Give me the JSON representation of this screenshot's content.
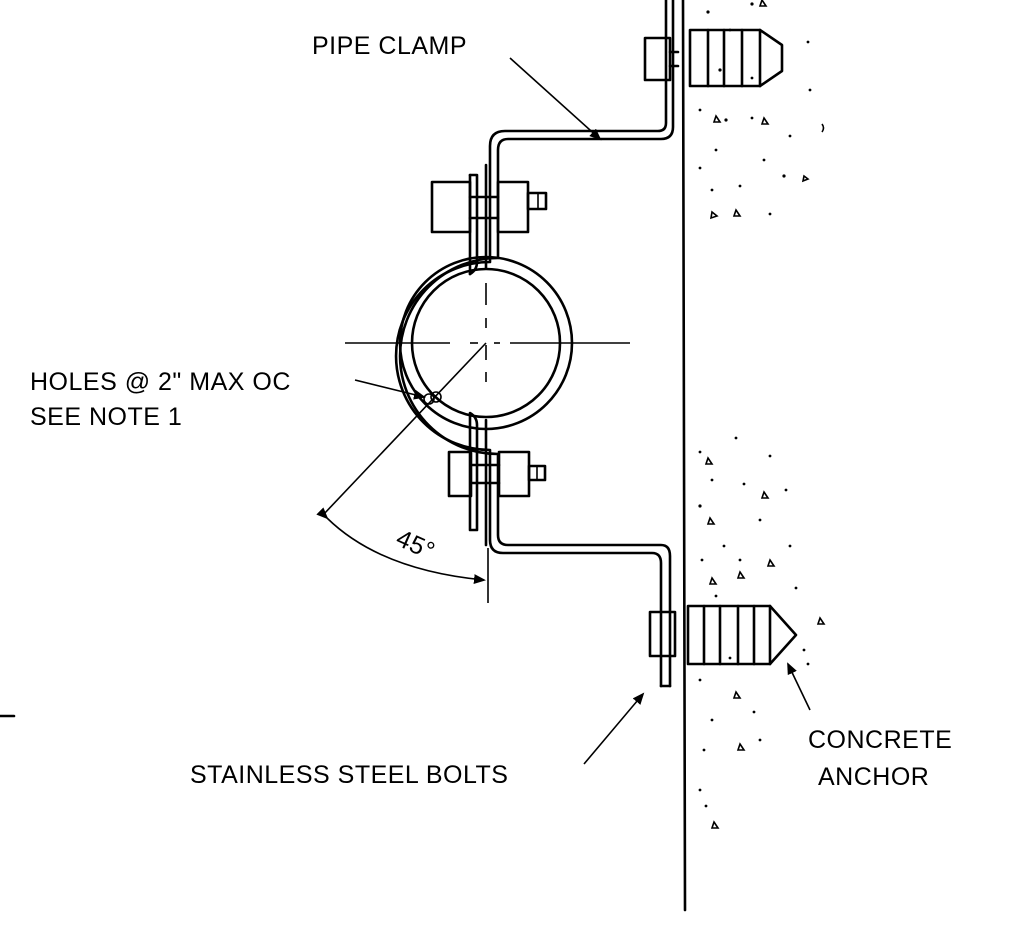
{
  "labels": {
    "pipe_clamp": "PIPE CLAMP",
    "holes_line1": "HOLES @ 2\" MAX OC",
    "holes_line2": "SEE NOTE 1",
    "angle": "45°",
    "bolts": "STAINLESS  STEEL BOLTS",
    "anchor_line1": "CONCRETE",
    "anchor_line2": "ANCHOR"
  },
  "colors": {
    "ink": "#000000",
    "paper": "#ffffff"
  }
}
